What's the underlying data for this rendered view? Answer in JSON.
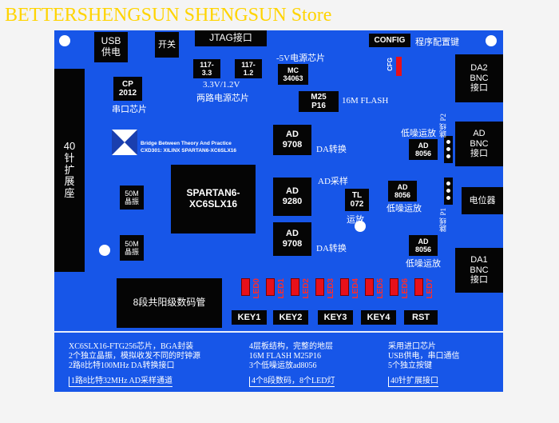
{
  "store_title": "BETTERSHENGSUN SHENGSUN Store",
  "board": {
    "usb": "USB\n供电",
    "switch": "开关",
    "jtag": "JTAG接口",
    "config": "CONFIG",
    "config_label": "程序配置键",
    "cfg": "CFG",
    "reg1": "117-\n3.3",
    "reg2": "117-\n1.2",
    "reg_label1": "3.3V/1.2V",
    "reg_label2": "两路电源芯片",
    "neg5v_label": "-5V电源芯片",
    "mc": "MC\n34063",
    "cp": "CP\n2012",
    "cp_label": "串口芯片",
    "flash": "M25\nP16",
    "flash_label": "16M FLASH",
    "ext40": "40\n针\n扩\n展\n座",
    "logo_line1": "Bridge Between Theory And Practice",
    "logo_line2": "CXD301: XILINX SPARTAN6-XC6SLX16",
    "da1": "AD\n9708",
    "da1_label": "DA转换",
    "ad": "AD\n9280",
    "ad_label": "AD采样",
    "da2": "AD\n9708",
    "da2_label": "DA转换",
    "fpga": "SPARTAN6-\nXC6SLX16",
    "osc1": "50M\n晶振",
    "osc2": "50M\n晶振",
    "tl": "TL\n072",
    "tl_label": "运放",
    "amp1": "AD\n8056",
    "amp1_label": "低噪运放",
    "amp2": "AD\n8056",
    "amp2_label": "低噪运放",
    "amp3": "AD\n8056",
    "amp3_label": "低噪运放",
    "da2_bnc": "DA2\nBNC\n接口",
    "ad_bnc": "AD\nBNC\n接口",
    "pot": "电位器",
    "da1_bnc": "DA1\nBNC\n接口",
    "jumper_p2": "跳线 P2",
    "jumper_p1": "跳线 P1",
    "seg7": "8段共阳级数码管",
    "leds": [
      "LED0",
      "LED1",
      "LED2",
      "LED3",
      "LED4",
      "LED5",
      "LED6",
      "LED7"
    ],
    "keys": [
      "KEY1",
      "KEY2",
      "KEY3",
      "KEY4",
      "RST"
    ]
  },
  "description": {
    "col1": [
      "XC6SLX16-FTG256芯片，BGA封装",
      "2个独立晶振，模拟收发不同的时钟源",
      "2路8比特100MHz DA转换接口",
      "1路8比特32MHz AD采样通道"
    ],
    "col2": [
      "4层板结构，完整的地层",
      "16M FLASH M25P16",
      "3个低噪运放ad8056",
      "4个8段数码，8个LED灯"
    ],
    "col3": [
      "采用进口芯片",
      "USB供电，串口通信",
      "5个独立按键",
      "40针扩展接口"
    ]
  },
  "colors": {
    "board": "#1756e8",
    "store_text": "#ffd400",
    "led": "#e8101a"
  }
}
